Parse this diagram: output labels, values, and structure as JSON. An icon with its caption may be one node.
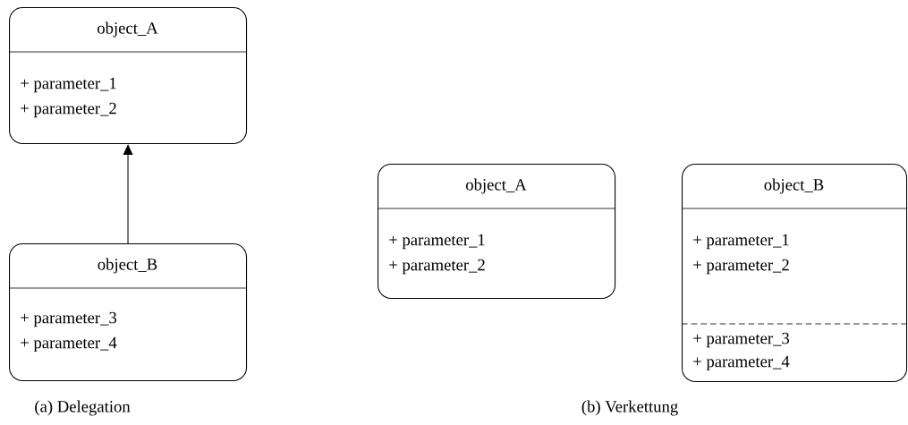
{
  "diagram": {
    "nodes": [
      {
        "text": [
          "object_A",
          "+ parameter_1",
          "+ parameter_2"
        ]
      },
      {
        "text": [
          "object_B",
          "+ parameter_3",
          "+ parameter_4"
        ]
      },
      {
        "text": [
          "object_A",
          "+ parameter_1",
          "+ parameter_2"
        ]
      },
      {
        "text": [
          "object_B",
          "+ parameter_1",
          "+ parameter_2",
          "+ parameter_3",
          "+ parameter_4"
        ]
      }
    ],
    "edges": [
      {
        "from": 1,
        "to": 0,
        "arrow": "to"
      }
    ],
    "labels": [
      "(a) Delegation",
      "(b) Verkettung"
    ]
  }
}
